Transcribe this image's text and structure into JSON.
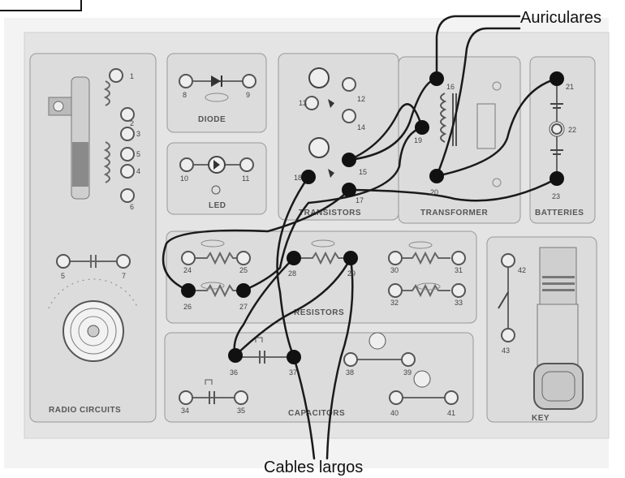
{
  "labels": {
    "earphones": "Auriculares",
    "long_wires": "Cables largos"
  },
  "panels": {
    "radio_circuits": "RADIO CIRCUITS",
    "diode": "DIODE",
    "led": "LED",
    "transistors": "TRANSISTORS",
    "transformer": "TRANSFORMER",
    "batteries": "BATTERIES",
    "resistors": "RESISTORS",
    "capacitors": "CAPACITORS",
    "key": "KEY"
  },
  "terminal_numbers": {
    "t1": "1",
    "t2": "2",
    "t3": "3",
    "t4": "4",
    "t5": "5",
    "t6": "6",
    "t7": "7",
    "t8": "8",
    "t9": "9",
    "t10": "10",
    "t11": "11",
    "t12": "12",
    "t13": "13",
    "t14": "14",
    "t15": "15",
    "t16": "16",
    "t17": "17",
    "t18": "18",
    "t19": "19",
    "t20": "20",
    "t21": "21",
    "t22": "22",
    "t23": "23",
    "t24": "24",
    "t25": "25",
    "t26": "26",
    "t27": "27",
    "t28": "28",
    "t29": "29",
    "t30": "30",
    "t31": "31",
    "t32": "32",
    "t33": "33",
    "t34": "34",
    "t35": "35",
    "t36": "36",
    "t37": "37",
    "t38": "38",
    "t39": "39",
    "t40": "40",
    "t41": "41",
    "t42": "42",
    "t43": "43"
  },
  "colors": {
    "board": "#e6e6e6",
    "panel": "#dcdcdc",
    "wire": "#1a1a1a"
  }
}
